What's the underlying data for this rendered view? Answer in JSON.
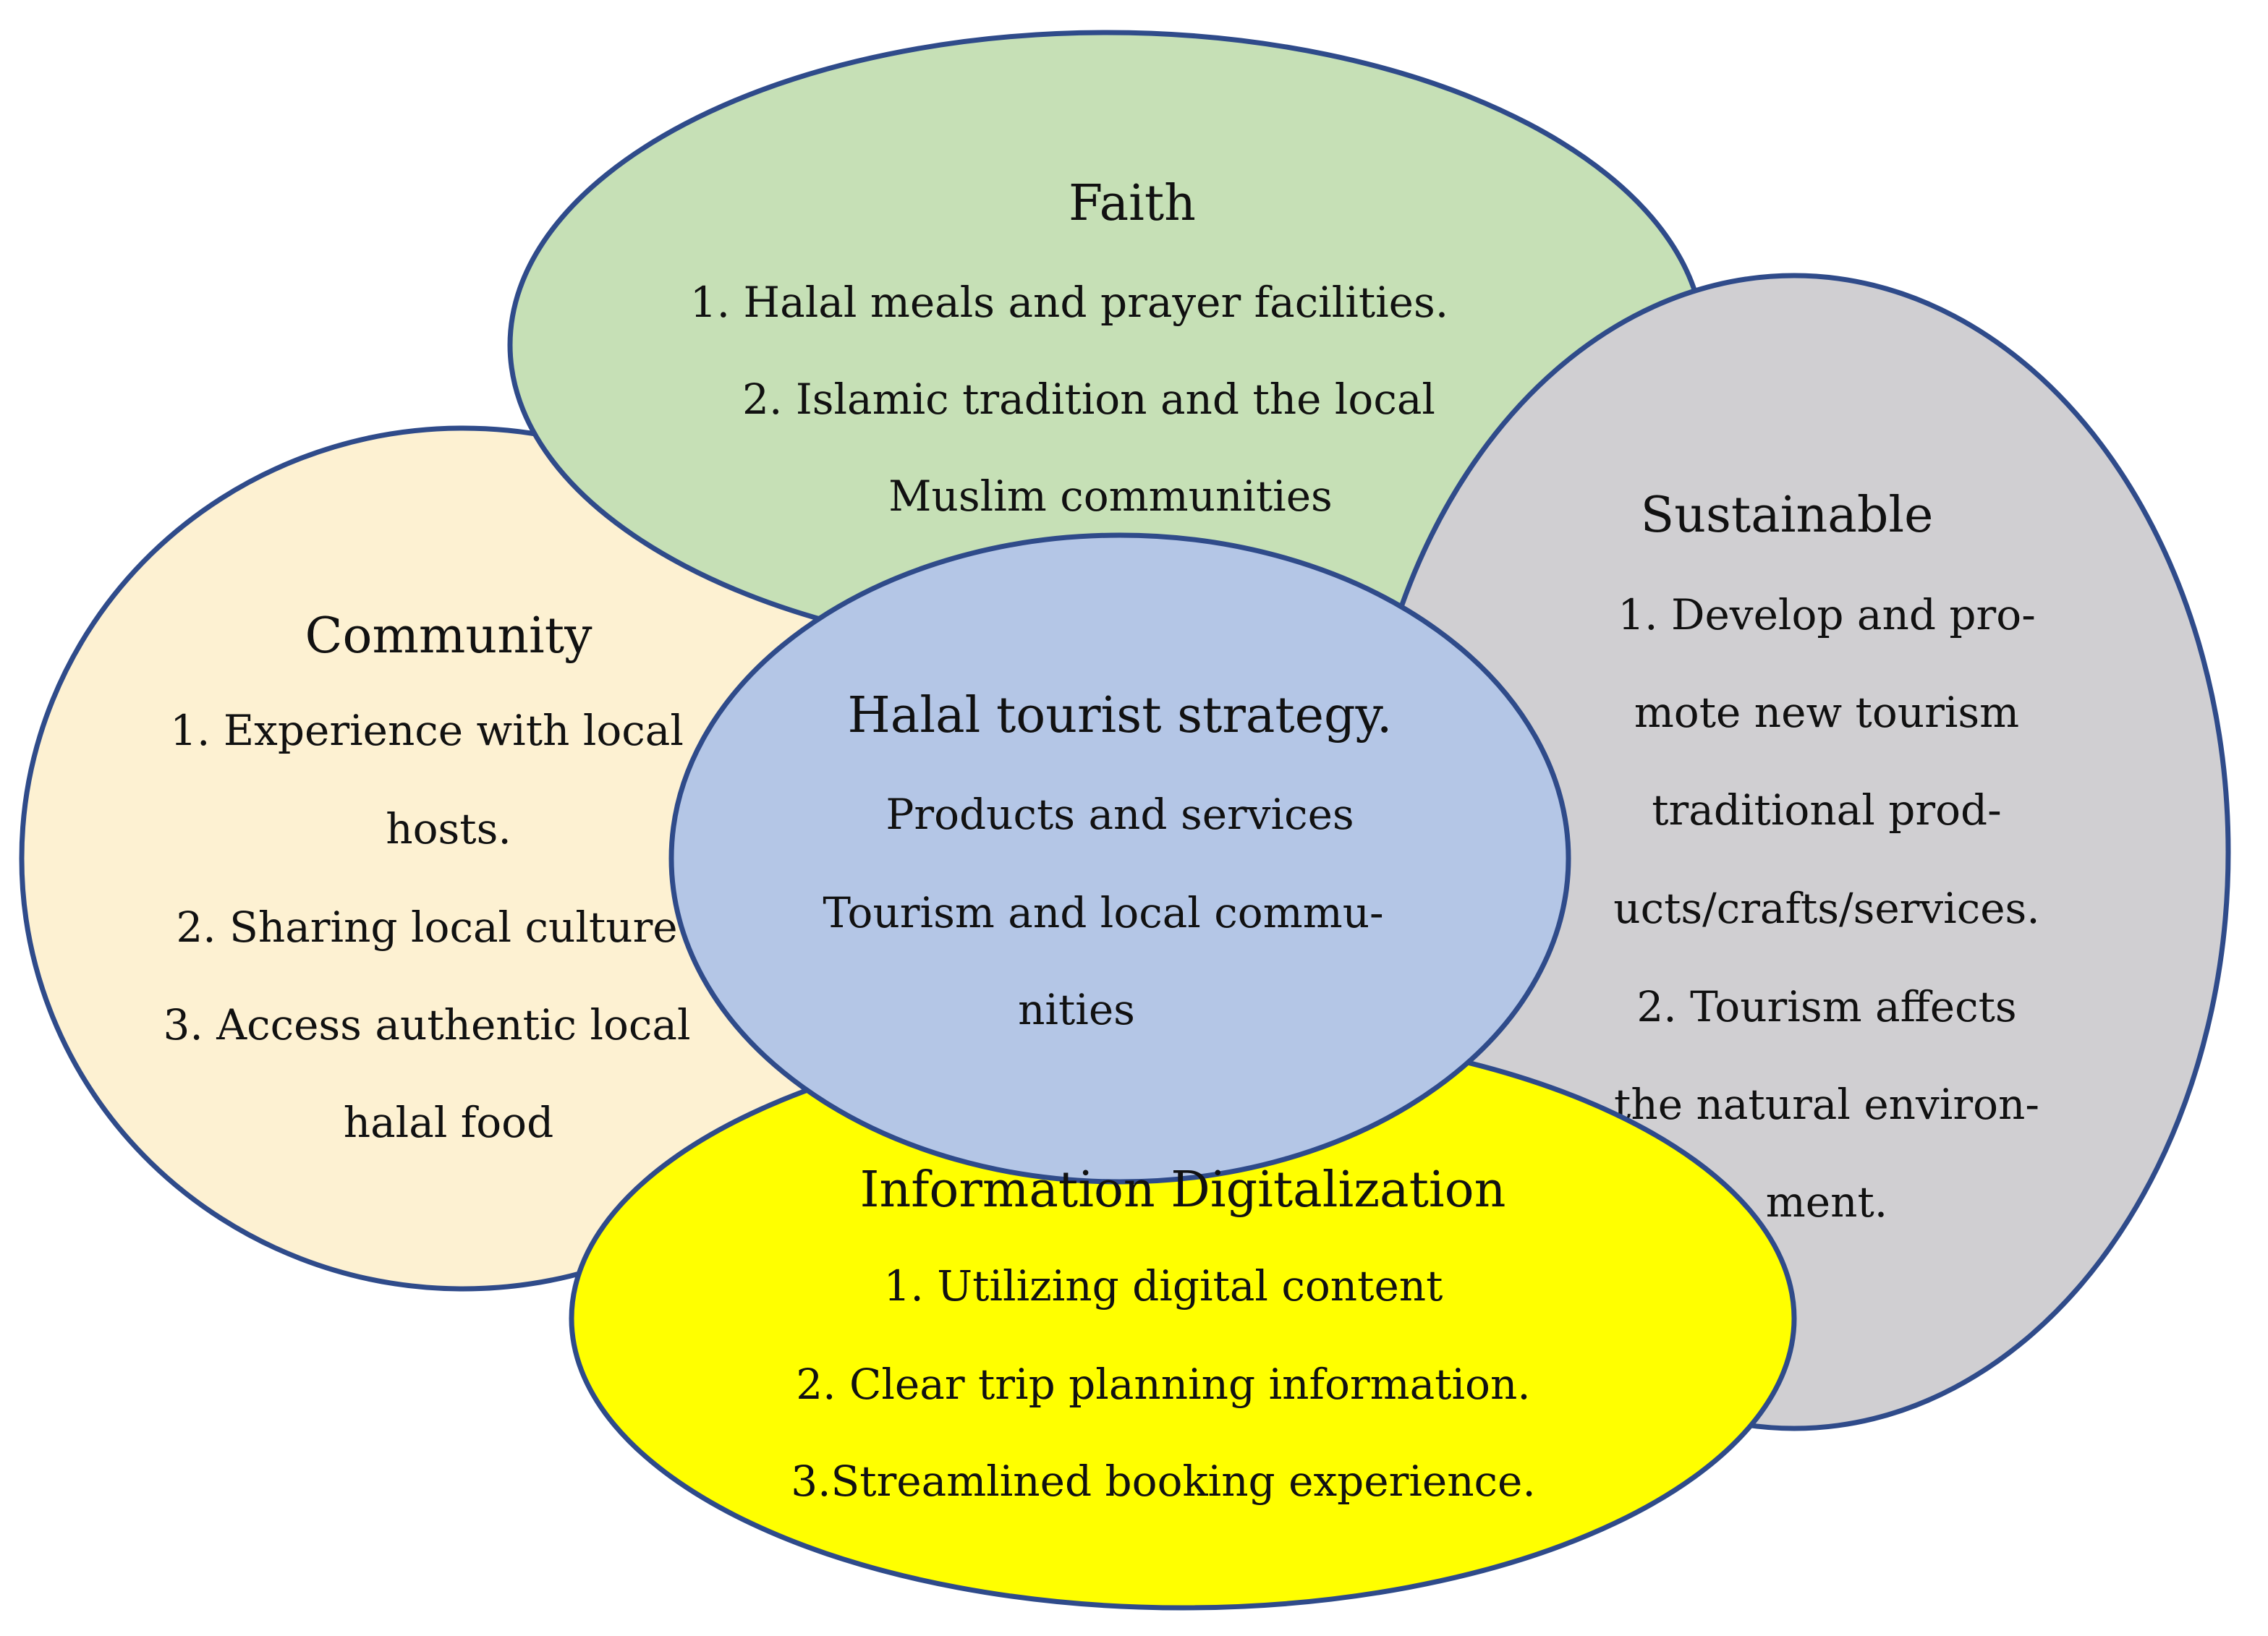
{
  "colors": {
    "outline": "#2f4b8a",
    "community_fill": "#fdf1d2",
    "faith_fill": "#c6e0b6",
    "sustainable_fill": "#d0cfd2",
    "information_fill": "#ffff00",
    "center_fill": "#b4c6e6"
  },
  "faith": {
    "title": "Faith",
    "lines": [
      "1. Halal meals and prayer facilities.",
      "2. Islamic tradition and the local",
      "Muslim communities"
    ]
  },
  "community": {
    "title": "Community",
    "lines": [
      "1. Experience with local",
      "hosts.",
      "2. Sharing local culture",
      "3. Access authentic local",
      "halal food"
    ]
  },
  "sustainable": {
    "title": "Sustainable",
    "lines": [
      "1.   Develop and pro-",
      "mote new tourism",
      "traditional prod-",
      "ucts/crafts/services.",
      "2.   Tourism affects",
      "the natural environ-",
      "ment."
    ]
  },
  "information": {
    "title": "Information Digitalization",
    "lines": [
      "1. Utilizing digital content",
      "2. Clear trip planning information.",
      "3.Streamlined booking experience."
    ]
  },
  "center": {
    "title": "Halal tourist strategy.",
    "lines": [
      "Products and services",
      "Tourism and local commu-",
      "nities"
    ]
  }
}
